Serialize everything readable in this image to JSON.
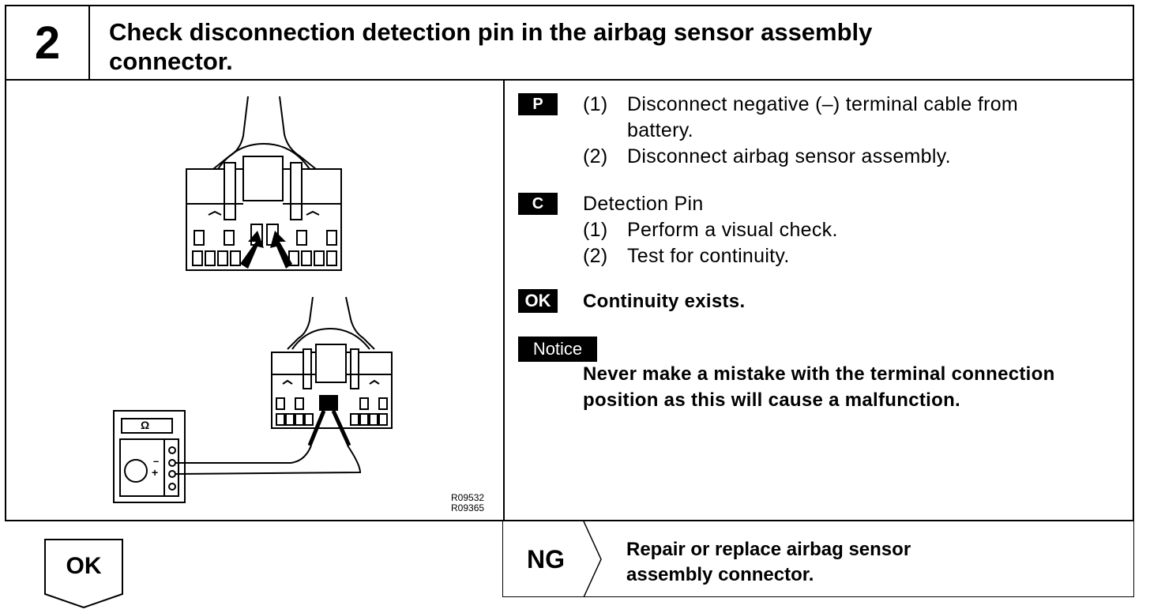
{
  "header": {
    "step_number": "2",
    "title_line1": "Check disconnection detection pin in the airbag sensor assembly",
    "title_line2": "connector."
  },
  "figure": {
    "meter_symbol": "Ω",
    "minus_sign": "–",
    "plus_sign": "+",
    "code1": "R09532",
    "code2": "R09365"
  },
  "procedure": {
    "p_badge": "P",
    "p_step1_num": "(1)",
    "p_step1_line1": "Disconnect negative (–) terminal cable from",
    "p_step1_line2": "battery.",
    "p_step2_num": "(2)",
    "p_step2": "Disconnect airbag sensor assembly.",
    "c_badge": "C",
    "c_title": "Detection Pin",
    "c_step1_num": "(1)",
    "c_step1": "Perform a visual check.",
    "c_step2_num": "(2)",
    "c_step2": "Test for continuity.",
    "ok_badge": "OK",
    "ok_text": "Continuity exists.",
    "notice_badge": "Notice",
    "notice_line1": "Never make a mistake with the terminal connection",
    "notice_line2": "position as this will cause a malfunction."
  },
  "flow": {
    "ok_label": "OK",
    "ng_label": "NG",
    "ng_line1": "Repair or replace airbag sensor",
    "ng_line2": "assembly connector."
  }
}
